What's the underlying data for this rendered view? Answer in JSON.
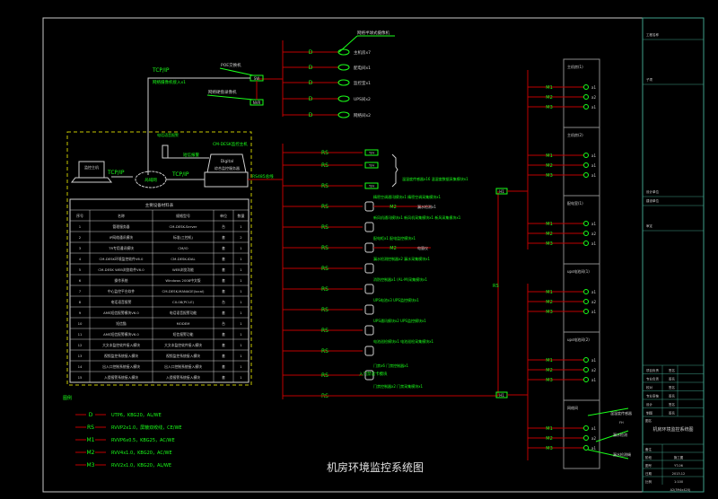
{
  "drawing_title": "机房环境监控系统图",
  "colors": {
    "background": "#000000",
    "bus": "#c00000",
    "label": "#1aff1a",
    "frame": "#c8c8c8",
    "dashed": "#c8c800",
    "teal": "#3fa08a"
  },
  "top": {
    "tcpip_1": "TCP/IP",
    "link_label": "网络摄像机接入x1",
    "poe_label": "POE交换机",
    "nvr_callout": "网络硬盘录像机",
    "sw_box": "SW",
    "nvr_box": "NVR",
    "camera_callout": "网络半球式摄像机",
    "d_code": "D",
    "cameras": [
      "主机房x7",
      "配电间x1",
      "监控室x1",
      "UPS间x2",
      "网络间x2"
    ]
  },
  "center": {
    "pc_label": "监控主机",
    "tcpip_2": "TCP/IP",
    "tcpip_3": "TCP/IP",
    "cloud_label": "局域网",
    "phone_label": "电话语音报警",
    "sms_label": "短信报警",
    "host_label": "CM-DESK监控主机",
    "host_sub": "Digital",
    "host_sub2": "综合监控服务器",
    "rs_label": "RS485总线",
    "rs_code": "RS",
    "rs_vertical": "RS",
    "h_box": "H1"
  },
  "rs_devices": [
    {
      "box": "T/H",
      "note": ""
    },
    {
      "box": "T/H",
      "note": ""
    },
    {
      "box": "T/H",
      "note": "温湿度传感器x16  温湿度数据采集模块x1"
    },
    {
      "box": "",
      "note": "精密空调通讯模块x1 精密空调采集模块x1",
      "extra": "M2",
      "tag": "漏水检测x1"
    },
    {
      "box": "",
      "note": "新风机通讯模块x1 新风机采集模块x1 新风采集模块x1"
    },
    {
      "box": "",
      "note": "配电柜x1 配电监控模块x1",
      "extra": "M2",
      "tag": "电量仪"
    },
    {
      "box": "",
      "note": "漏水检测控制器x2 漏水采集模块x1"
    },
    {
      "box": "",
      "note": "消防控制器x1 (AL-M)采集模块x1"
    },
    {
      "box": "",
      "note": "UPS电池x3 UPS监控模块x1"
    },
    {
      "box": "",
      "note": "UPS通讯模块x2 UPS监控模块x1"
    },
    {
      "box": "",
      "note": "电池巡检模块x1 电池巡检采集模块x1"
    },
    {
      "box": "",
      "note": "门禁x6 门禁控制器x1"
    },
    {
      "box": "",
      "note": "门禁控制器x2 门禁采集模块x1"
    }
  ],
  "door_label": "入门禁读卡模块",
  "rooms": [
    {
      "name": "主机房(1)",
      "a": [
        "a1",
        "a2",
        "a1"
      ]
    },
    {
      "name": "主机房(2)",
      "a": [
        "a1",
        "a1",
        "a1"
      ]
    },
    {
      "name": "配电室(1)",
      "a": [
        "a1",
        "a2",
        "a1"
      ]
    },
    {
      "name": "ups电池间(1)",
      "a": [
        "a1",
        "a2",
        "a1"
      ]
    },
    {
      "name": "ups电池间(2)",
      "a": [
        "a1",
        "a2",
        "a1"
      ]
    },
    {
      "name": "网络间",
      "a": [
        "a1",
        "a2",
        "a1"
      ]
    }
  ],
  "m_codes": [
    "M1",
    "M2",
    "M3"
  ],
  "room_callouts": [
    "温湿度传感器",
    "FH",
    "漏水检测",
    "漏水检测绳"
  ],
  "table": {
    "title": "主要设备材料表",
    "headers": [
      "序号",
      "名称",
      "规格型号",
      "单位",
      "数量"
    ],
    "rows": [
      [
        "1",
        "管理服务器",
        "CM-DESK-Server",
        "台",
        "1"
      ],
      [
        "2",
        "IP网络通讯模块",
        "标准(工控机)",
        "套",
        "2"
      ],
      [
        "3",
        "TR专用通讯模块",
        "CM/IO",
        "套",
        "1"
      ],
      [
        "4",
        "CM-DESK环境监控软件V6.0",
        "CM-DESK-IDAL",
        "套",
        "1"
      ],
      [
        "5",
        "CM-DESK WEB浏览软件V6.0",
        "WEB浏览功能",
        "套",
        "1"
      ],
      [
        "6",
        "操作系统",
        "Windows 2008中文版",
        "套",
        "1"
      ],
      [
        "7",
        "中心监控平台软件",
        "CM-DESK-MANAGE(local)",
        "套",
        "1"
      ],
      [
        "8",
        "电话语音报警",
        "CX-08(PCI-E)",
        "台",
        "1"
      ],
      [
        "9",
        "AMS短信报警模块V6.0",
        "电话语音报警功能",
        "套",
        "1"
      ],
      [
        "10",
        "短信猫",
        "MODEM",
        "台",
        "1"
      ],
      [
        "11",
        "AMS短信报警模块V6.0",
        "短信报警功能",
        "套",
        "1"
      ],
      [
        "12",
        "大文本监控软件接入模块",
        "大文本监控软件接入模块",
        "套",
        "1"
      ],
      [
        "13",
        "视频监控系统接入模块",
        "视频监控系统接入模块",
        "套",
        "1"
      ],
      [
        "14",
        "出入口控制系统接入模块",
        "出入口控制系统接入模块",
        "套",
        "1"
      ],
      [
        "15",
        "入侵报警系统接入模块",
        "入侵报警系统接入模块",
        "套",
        "1"
      ]
    ]
  },
  "legend": {
    "title": "图例",
    "items": [
      {
        "code": "D",
        "desc": "UTP6，KBG20，AL/WE"
      },
      {
        "code": "RS",
        "desc": "RVVP2x1.0，屏蔽双绞线，CE/WE"
      },
      {
        "code": "M1",
        "desc": "RVVP6x0.5，KBG25，AC/WE"
      },
      {
        "code": "M2",
        "desc": "RVV4x1.0，KBG20，AC/WE"
      },
      {
        "code": "M3",
        "desc": "RVV2x1.0，KBG20，AL/WE"
      }
    ]
  },
  "title_block": {
    "top": [
      "工程名称",
      "子项",
      "设计单位",
      "建设单位",
      "审定"
    ],
    "roles": [
      [
        "项目负责",
        "签名"
      ],
      [
        "专业负责",
        "签名"
      ],
      [
        "校对",
        "签名"
      ],
      [
        "专业审核",
        "签名"
      ],
      [
        "设计",
        "签名"
      ],
      [
        "制图",
        "签名"
      ]
    ],
    "drawing_label": "图名",
    "drawing_name": "机房环境监控系统图",
    "info": [
      [
        "备注",
        ""
      ],
      [
        "阶段",
        "施工图"
      ],
      [
        "图号",
        "YT-06"
      ],
      [
        "日期",
        "2013.12"
      ],
      [
        "比例",
        "1:100"
      ]
    ],
    "footer": "A2(594x420)"
  }
}
